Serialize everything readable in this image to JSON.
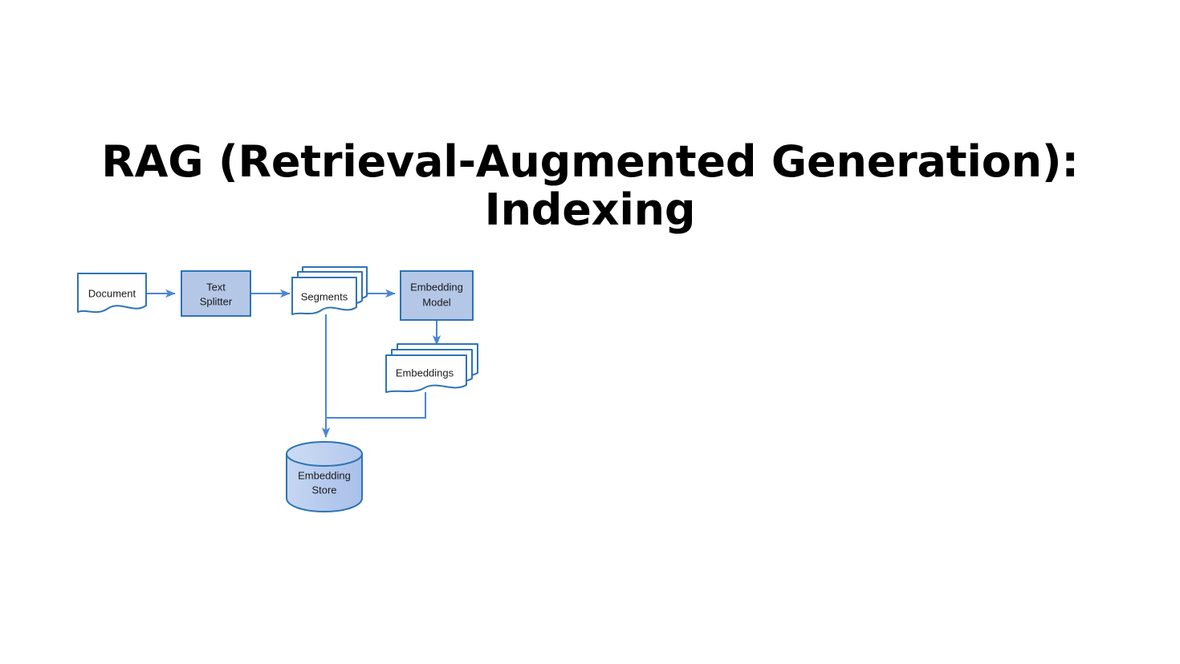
{
  "slide": {
    "background_color": "#ffffff",
    "title_lines": [
      "RAG (Retrieval-Augmented Generation):",
      "Indexing"
    ],
    "title_color": "#000000"
  },
  "palette": {
    "stroke": "#2e74b5",
    "stroke_dark": "#1f5fa8",
    "fill_blue": "#b4c7e7",
    "fill_white": "#ffffff",
    "cylinder_fill": "#bdd0ef",
    "arrow": "#4a86d6",
    "text": "#1a1a1a"
  },
  "diagram": {
    "name": "rag-indexing-flow",
    "nodes": [
      {
        "id": "document",
        "label": "Document",
        "shape": "document",
        "fill": "white"
      },
      {
        "id": "text-splitter",
        "label_line1": "Text",
        "label_line2": "Splitter",
        "shape": "rectangle",
        "fill": "blue"
      },
      {
        "id": "segments",
        "label": "Segments",
        "shape": "multi-document",
        "fill": "white"
      },
      {
        "id": "embedding-model",
        "label_line1": "Embedding",
        "label_line2": "Model",
        "shape": "rectangle",
        "fill": "blue"
      },
      {
        "id": "embeddings",
        "label": "Embeddings",
        "shape": "multi-document",
        "fill": "white"
      },
      {
        "id": "embedding-store",
        "label_line1": "Embedding",
        "label_line2": "Store",
        "shape": "cylinder",
        "fill": "blue"
      }
    ],
    "edges": [
      {
        "id": "document-to-text-splitter",
        "from": "document",
        "to": "text-splitter",
        "arrow": true
      },
      {
        "id": "text-splitter-to-segments",
        "from": "text-splitter",
        "to": "segments",
        "arrow": true
      },
      {
        "id": "segments-to-embedding-model",
        "from": "segments",
        "to": "embedding-model",
        "arrow": true
      },
      {
        "id": "embedding-model-to-embeddings",
        "from": "embedding-model",
        "to": "embeddings",
        "arrow": true
      },
      {
        "id": "segments-to-embedding-store",
        "from": "segments",
        "to": "embedding-store",
        "arrow": true
      },
      {
        "id": "embeddings-to-embedding-store",
        "from": "embeddings",
        "to": "embedding-store",
        "arrow": false
      }
    ]
  }
}
